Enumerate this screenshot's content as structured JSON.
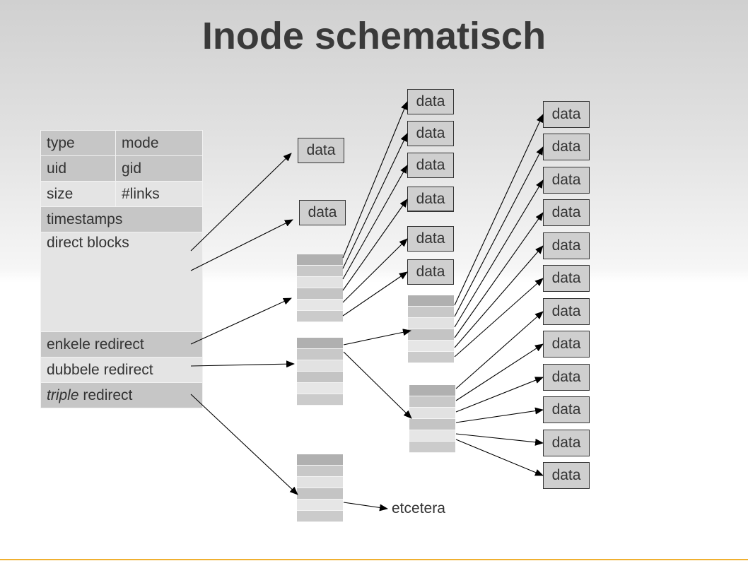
{
  "title": "Inode schematisch",
  "inode": {
    "type": "type",
    "mode": "mode",
    "uid": "uid",
    "gid": "gid",
    "size": "size",
    "links": "#links",
    "timestamps": "timestamps",
    "direct_blocks": "direct blocks",
    "single_redirect": "enkele redirect",
    "double_redirect": "dubbele redirect",
    "triple_italic": "triple",
    "triple_rest": " redirect"
  },
  "data_label": "data",
  "etcetera": "etcetera"
}
